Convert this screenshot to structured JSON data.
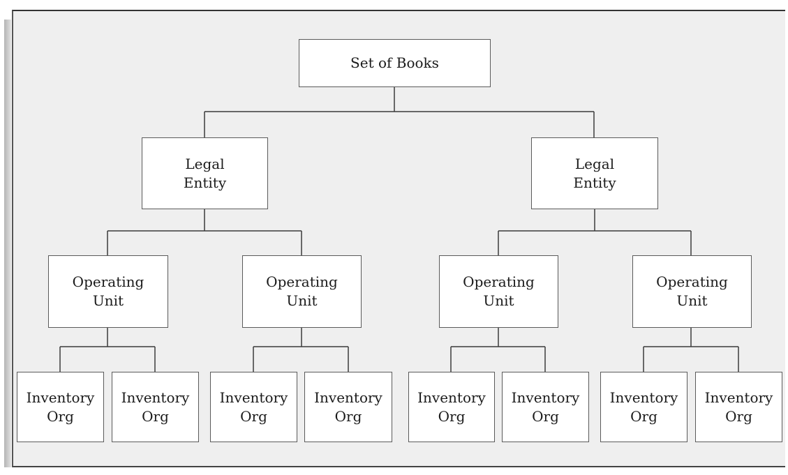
{
  "root": {
    "label": "Set of Books"
  },
  "legal_entities": [
    {
      "label": "Legal\nEntity",
      "operating_units": [
        {
          "label": "Operating\nUnit",
          "inventory_orgs": [
            {
              "label": "Inventory\nOrg"
            },
            {
              "label": "Inventory\nOrg"
            }
          ]
        },
        {
          "label": "Operating\nUnit",
          "inventory_orgs": [
            {
              "label": "Inventory\nOrg"
            },
            {
              "label": "Inventory\nOrg"
            }
          ]
        }
      ]
    },
    {
      "label": "Legal\nEntity",
      "operating_units": [
        {
          "label": "Operating\nUnit",
          "inventory_orgs": [
            {
              "label": "Inventory\nOrg"
            },
            {
              "label": "Inventory\nOrg"
            }
          ]
        },
        {
          "label": "Operating\nUnit",
          "inventory_orgs": [
            {
              "label": "Inventory\nOrg"
            },
            {
              "label": "Inventory\nOrg"
            }
          ]
        }
      ]
    }
  ]
}
